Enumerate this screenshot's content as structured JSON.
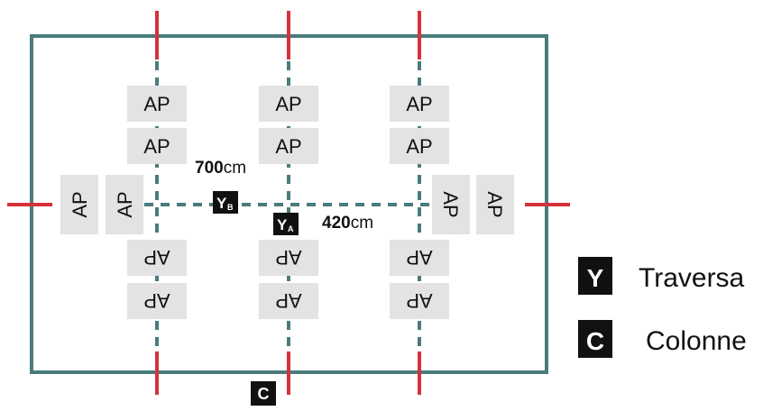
{
  "colors": {
    "frame": "#4a7c7c",
    "axis_dash": "#4a7c7c",
    "column_mark": "#d5323c",
    "ap_box": "#e3e3e3",
    "badge_bg": "#111111",
    "badge_fg": "#ffffff"
  },
  "ap_label": "AP",
  "dimensions": {
    "horizontal": {
      "value": "700",
      "unit": "cm"
    },
    "vertical": {
      "value": "420",
      "unit": "cm"
    }
  },
  "badges": {
    "yb": {
      "letter": "Y",
      "sub": "B"
    },
    "ya": {
      "letter": "Y",
      "sub": "A"
    },
    "c": {
      "letter": "C"
    }
  },
  "legend": [
    {
      "key": "Y",
      "label": "Traversa"
    },
    {
      "key": "C",
      "label": "Colonne"
    }
  ]
}
